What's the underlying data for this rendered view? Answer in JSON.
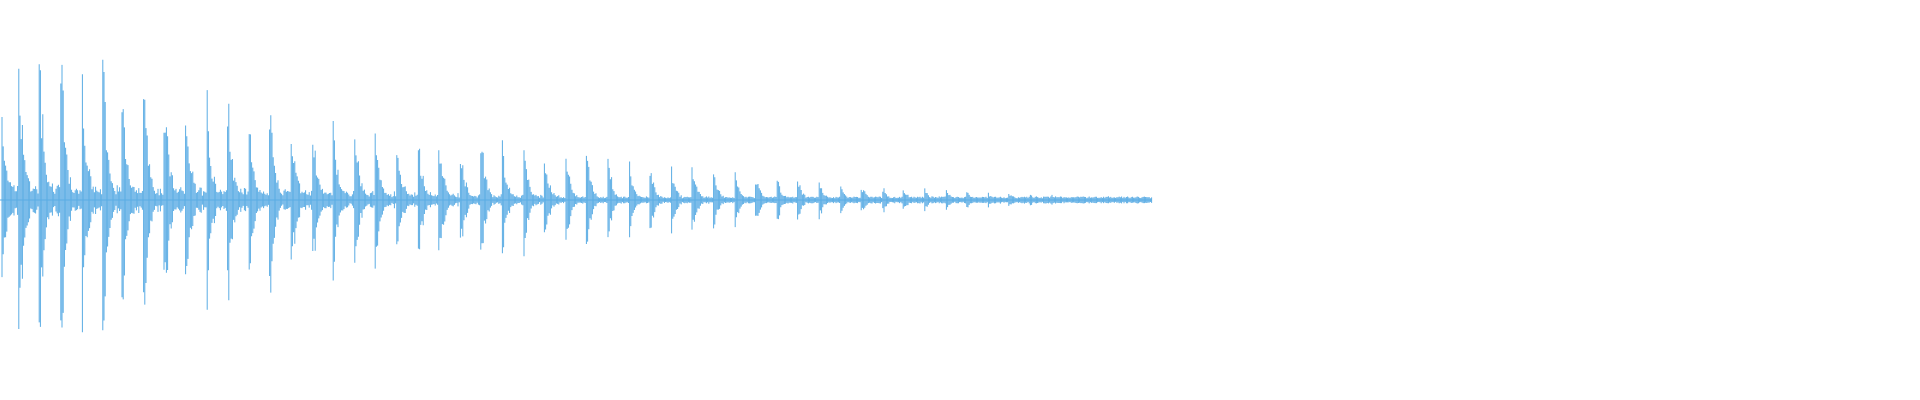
{
  "waveform": {
    "color": "#5aace4",
    "background": "#ffffff",
    "audio_fraction_of_width": 0.6,
    "pulses": [
      {
        "t": 0.0,
        "a": 0.94
      },
      {
        "t": 0.01,
        "a": 0.98
      },
      {
        "t": 0.021,
        "a": 0.86
      },
      {
        "t": 0.032,
        "a": 0.9
      },
      {
        "t": 0.043,
        "a": 0.8
      },
      {
        "t": 0.054,
        "a": 0.84
      },
      {
        "t": 0.064,
        "a": 0.72
      },
      {
        "t": 0.075,
        "a": 0.76
      },
      {
        "t": 0.086,
        "a": 0.66
      },
      {
        "t": 0.097,
        "a": 0.68
      },
      {
        "t": 0.108,
        "a": 0.64
      },
      {
        "t": 0.119,
        "a": 0.58
      },
      {
        "t": 0.13,
        "a": 0.56
      },
      {
        "t": 0.141,
        "a": 0.54
      },
      {
        "t": 0.152,
        "a": 0.52
      },
      {
        "t": 0.163,
        "a": 0.5
      },
      {
        "t": 0.174,
        "a": 0.48
      },
      {
        "t": 0.185,
        "a": 0.46
      },
      {
        "t": 0.196,
        "a": 0.44
      },
      {
        "t": 0.207,
        "a": 0.42
      },
      {
        "t": 0.218,
        "a": 0.4
      },
      {
        "t": 0.229,
        "a": 0.38
      },
      {
        "t": 0.24,
        "a": 0.36
      },
      {
        "t": 0.251,
        "a": 0.34
      },
      {
        "t": 0.262,
        "a": 0.33
      },
      {
        "t": 0.273,
        "a": 0.31
      },
      {
        "t": 0.284,
        "a": 0.29
      },
      {
        "t": 0.295,
        "a": 0.28
      },
      {
        "t": 0.306,
        "a": 0.26
      },
      {
        "t": 0.317,
        "a": 0.24
      },
      {
        "t": 0.328,
        "a": 0.23
      },
      {
        "t": 0.339,
        "a": 0.21
      },
      {
        "t": 0.35,
        "a": 0.2
      },
      {
        "t": 0.361,
        "a": 0.18
      },
      {
        "t": 0.372,
        "a": 0.17
      },
      {
        "t": 0.383,
        "a": 0.16
      },
      {
        "t": 0.394,
        "a": 0.14
      },
      {
        "t": 0.405,
        "a": 0.13
      },
      {
        "t": 0.416,
        "a": 0.12
      },
      {
        "t": 0.427,
        "a": 0.11
      },
      {
        "t": 0.438,
        "a": 0.1
      },
      {
        "t": 0.449,
        "a": 0.09
      },
      {
        "t": 0.46,
        "a": 0.08
      },
      {
        "t": 0.471,
        "a": 0.07
      },
      {
        "t": 0.482,
        "a": 0.065
      },
      {
        "t": 0.493,
        "a": 0.06
      },
      {
        "t": 0.504,
        "a": 0.05
      },
      {
        "t": 0.515,
        "a": 0.045
      },
      {
        "t": 0.526,
        "a": 0.04
      },
      {
        "t": 0.537,
        "a": 0.035
      },
      {
        "t": 0.548,
        "a": 0.03
      },
      {
        "t": 0.559,
        "a": 0.026
      },
      {
        "t": 0.57,
        "a": 0.022
      },
      {
        "t": 0.581,
        "a": 0.018
      },
      {
        "t": 0.592,
        "a": 0.015
      },
      {
        "t": 0.6,
        "a": 0.012
      }
    ]
  }
}
